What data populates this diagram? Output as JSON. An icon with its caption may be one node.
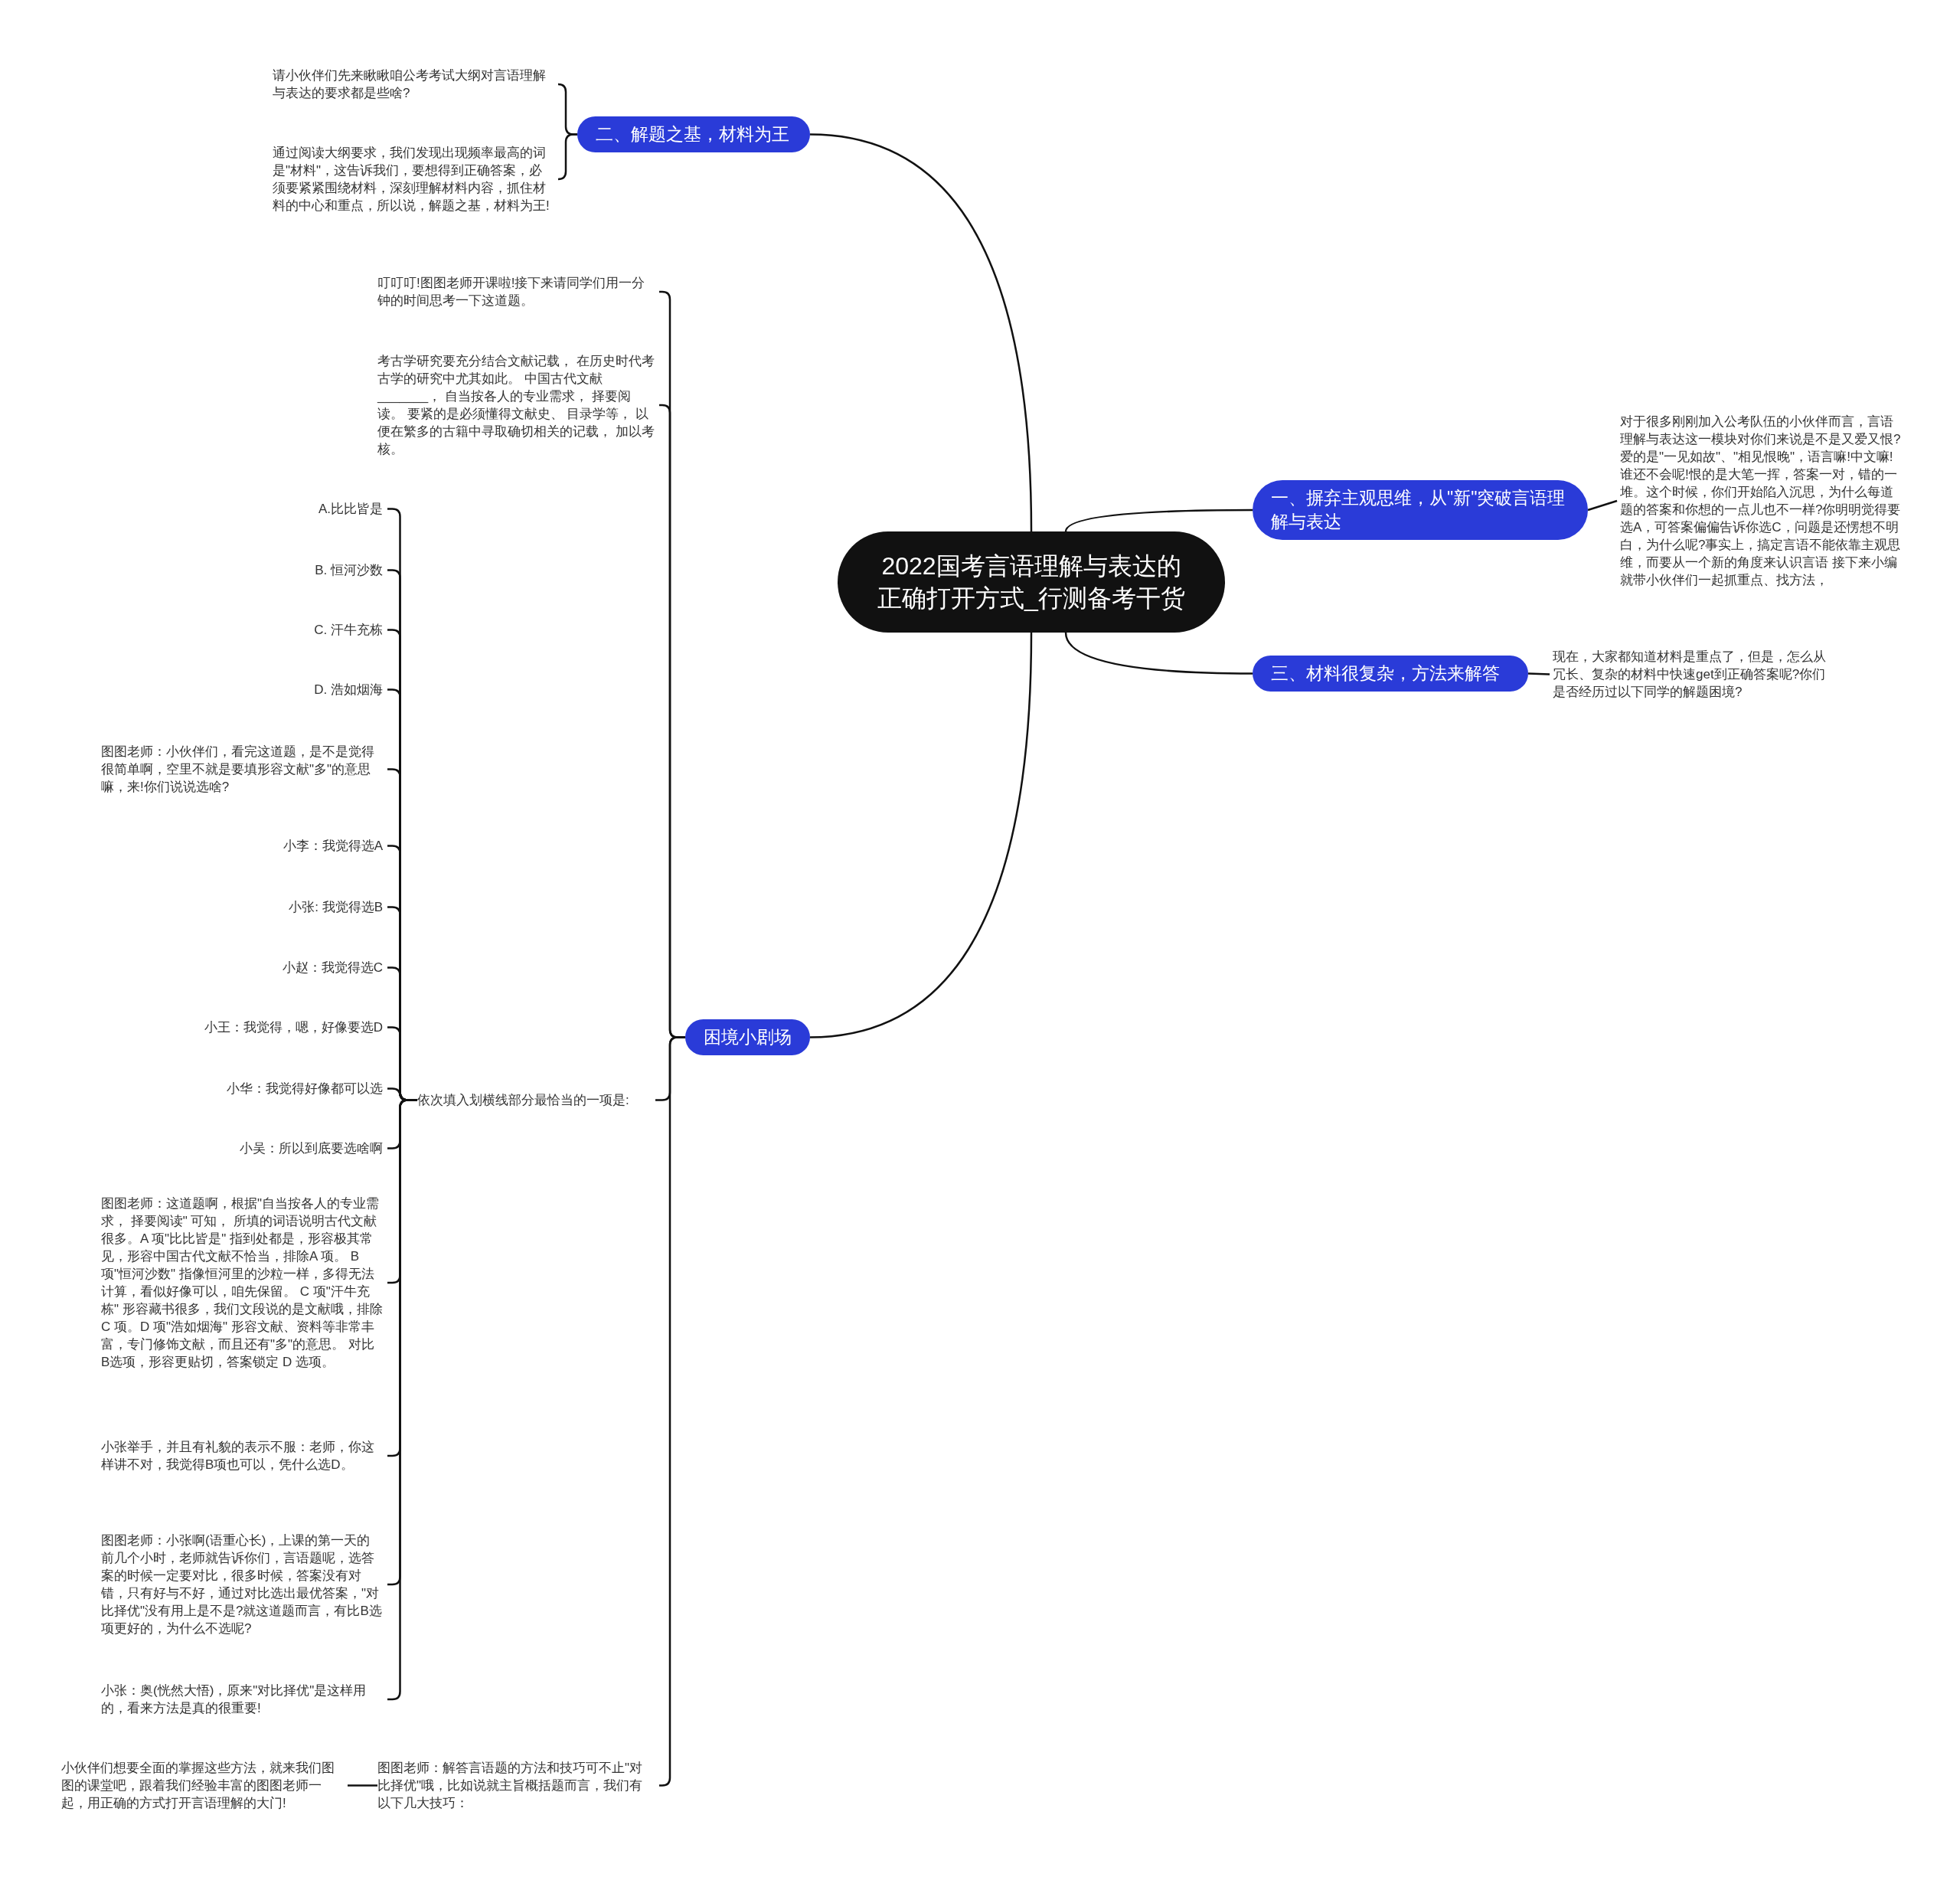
{
  "diagram": {
    "nodes": [
      {
        "text": [
          "2022国考言语理解与表达的正确打开方式_行测备考干货"
        ]
      },
      {
        "text": [
          "一、摒弃主观思维，从\"新\"突破言语理解与表达"
        ]
      },
      {
        "text": [
          "对于很多刚刚加入公考队伍的小伙伴而言，言语理解与表达这一模块对你们来说是不是又爱又恨?爱的是\"一见如故\"、\"相见恨晚\"，语言嘛!中文嘛!谁还不会呢!恨的是大笔一挥，答案一对，错的一堆。这个时候，你们开始陷入沉思，为什么每道题的答案和你想的一点儿也不一样?你明明觉得要选A，可答案偏偏告诉你选C，问题是还愣想不明白，为什么呢?事实上，搞定言语不能依靠主观思维，而要从一个新的角度来认识言语 接下来小编就带小伙伴们一起抓重点、找方法，"
        ]
      },
      {
        "text": [
          "二、解题之基，材料为王"
        ]
      },
      {
        "text": [
          "请小伙伴们先来瞅瞅咱公考考试大纲对言语理解与表达的要求都是些啥?"
        ]
      },
      {
        "text": [
          "通过阅读大纲要求，我们发现出现频率最高的词是\"材料\"，这告诉我们，要想得到正确答案，必须要紧紧围绕材料，深刻理解材料内容，抓住材料的中心和重点，所以说，解题之基，材料为王!"
        ]
      },
      {
        "text": [
          "三、材料很复杂，方法来解答"
        ]
      },
      {
        "text": [
          "现在，大家都知道材料是重点了，但是，怎么从冗长、复杂的材料中快速get到正确答案呢?你们是否经历过以下同学的解题困境?"
        ]
      },
      {
        "text": [
          "困境小剧场"
        ]
      },
      {
        "text": [
          "叮叮叮!图图老师开课啦!接下来请同学们用一分钟的时间思考一下这道题。"
        ]
      },
      {
        "text": [
          "考古学研究要充分结合文献记载， 在历史时代考古学的研究中尤其如此。 中国古代文献_______， 自当按各人的专业需求， 择要阅读。 要紧的是必须懂得文献史、 目录学等， 以便在繁多的古籍中寻取确切相关的记载， 加以考核。"
        ]
      },
      {
        "text": [
          "依次填入划横线部分最恰当的一项是:"
        ]
      },
      {
        "text": [
          "A.比比皆是"
        ]
      },
      {
        "text": [
          "B. 恒河沙数"
        ]
      },
      {
        "text": [
          "C. 汗牛充栋"
        ]
      },
      {
        "text": [
          "D. 浩如烟海"
        ]
      },
      {
        "text": [
          "图图老师：小伙伴们，看完这道题，是不是觉得很简单啊，空里不就是要填形容文献\"多\"的意思嘛，来!你们说说选啥?"
        ]
      },
      {
        "text": [
          "小李：我觉得选A"
        ]
      },
      {
        "text": [
          "小张: 我觉得选B"
        ]
      },
      {
        "text": [
          "小赵：我觉得选C"
        ]
      },
      {
        "text": [
          "小王：我觉得，嗯，好像要选D"
        ]
      },
      {
        "text": [
          "小华：我觉得好像都可以选"
        ]
      },
      {
        "text": [
          "小吴：所以到底要选啥啊"
        ]
      },
      {
        "text": [
          "图图老师：这道题啊，根据\"自当按各人的专业需求， 择要阅读\" 可知， 所填的词语说明古代文献很多。A 项\"比比皆是\" 指到处都是，形容极其常见，形容中国古代文献不恰当，排除A 项。 B 项\"恒河沙数\" 指像恒河里的沙粒一样，多得无法计算，看似好像可以，咱先保留。 C 项\"汗牛充栋\" 形容藏书很多，我们文段说的是文献哦，排除 C 项。D 项\"浩如烟海\" 形容文献、资料等非常丰富，专门修饰文献，而且还有\"多\"的意思。 对比B选项，形容更贴切，答案锁定 D 选项。"
        ]
      },
      {
        "text": [
          "小张举手，并且有礼貌的表示不服：老师，你这样讲不对，我觉得B项也可以，凭什么选D。"
        ]
      },
      {
        "text": [
          "图图老师：小张啊(语重心长)，上课的第一天的前几个小时，老师就告诉你们，言语题呢，选答案的时候一定要对比，很多时候，答案没有对错，只有好与不好，通过对比选出最优答案，\"对比择优\"没有用上是不是?就这道题而言，有比B选项更好的，为什么不选呢?"
        ]
      },
      {
        "text": [
          "小张：奥(恍然大悟)，原来\"对比择优\"是这样用的，看来方法是真的很重要!"
        ]
      },
      {
        "text": [
          "图图老师：解答言语题的方法和技巧可不止\"对比择优\"哦，比如说就主旨概括题而言，我们有以下几大技巧："
        ]
      },
      {
        "text": [
          "小伙伴们想要全面的掌握这些方法，就来我们图图的课堂吧，跟着我们经验丰富的图图老师一起，用正确的方式打开言语理解的大门!"
        ]
      }
    ],
    "edges": [
      {
        "from": 0,
        "to": 1,
        "arrow": "none"
      },
      {
        "from": 1,
        "to": 2,
        "arrow": "none"
      },
      {
        "from": 0,
        "to": 3,
        "arrow": "none"
      },
      {
        "from": 3,
        "to": 4,
        "arrow": "none"
      },
      {
        "from": 3,
        "to": 5,
        "arrow": "none"
      },
      {
        "from": 0,
        "to": 6,
        "arrow": "none"
      },
      {
        "from": 6,
        "to": 7,
        "arrow": "none"
      },
      {
        "from": 0,
        "to": 8,
        "arrow": "none"
      },
      {
        "from": 8,
        "to": 9,
        "arrow": "none"
      },
      {
        "from": 8,
        "to": 10,
        "arrow": "none"
      },
      {
        "from": 8,
        "to": 11,
        "arrow": "none"
      },
      {
        "from": 11,
        "to": 12,
        "arrow": "none"
      },
      {
        "from": 11,
        "to": 13,
        "arrow": "none"
      },
      {
        "from": 11,
        "to": 14,
        "arrow": "none"
      },
      {
        "from": 11,
        "to": 15,
        "arrow": "none"
      },
      {
        "from": 11,
        "to": 16,
        "arrow": "none"
      },
      {
        "from": 11,
        "to": 17,
        "arrow": "none"
      },
      {
        "from": 11,
        "to": 18,
        "arrow": "none"
      },
      {
        "from": 11,
        "to": 19,
        "arrow": "none"
      },
      {
        "from": 11,
        "to": 20,
        "arrow": "none"
      },
      {
        "from": 11,
        "to": 21,
        "arrow": "none"
      },
      {
        "from": 11,
        "to": 22,
        "arrow": "none"
      },
      {
        "from": 11,
        "to": 23,
        "arrow": "none"
      },
      {
        "from": 11,
        "to": 24,
        "arrow": "none"
      },
      {
        "from": 11,
        "to": 25,
        "arrow": "none"
      },
      {
        "from": 11,
        "to": 26,
        "arrow": "none"
      },
      {
        "from": 8,
        "to": 27,
        "arrow": "none"
      },
      {
        "from": 27,
        "to": 28,
        "arrow": "none"
      }
    ]
  }
}
